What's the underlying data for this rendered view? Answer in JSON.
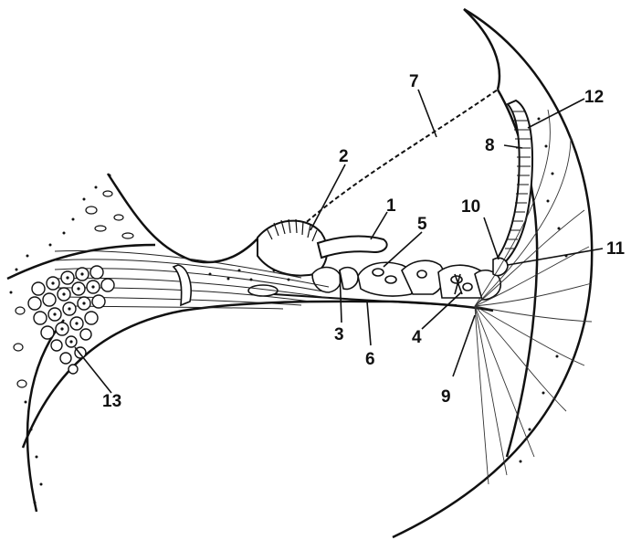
{
  "diagram": {
    "labels": {
      "l1": "1",
      "l2": "2",
      "l3": "3",
      "l4": "4",
      "l5": "5",
      "l6": "6",
      "l7": "7",
      "l8": "8",
      "l9": "9",
      "l10": "10",
      "l11": "11",
      "l12": "12",
      "l13": "13"
    },
    "ink_color": "#111111",
    "background_color": "#ffffff"
  }
}
